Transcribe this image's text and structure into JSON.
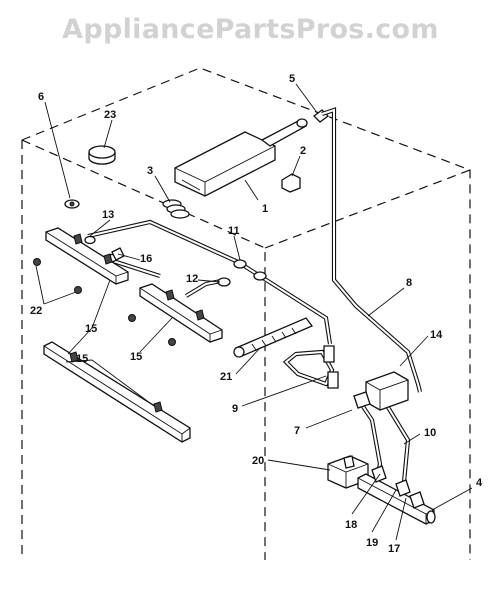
{
  "watermark": "AppliancePartsPros.com",
  "callouts": [
    "1",
    "2",
    "3",
    "4",
    "5",
    "6",
    "7",
    "8",
    "9",
    "10",
    "11",
    "12",
    "13",
    "14",
    "15",
    "15",
    "15",
    "16",
    "17",
    "18",
    "19",
    "20",
    "21",
    "22",
    "22",
    "23"
  ]
}
